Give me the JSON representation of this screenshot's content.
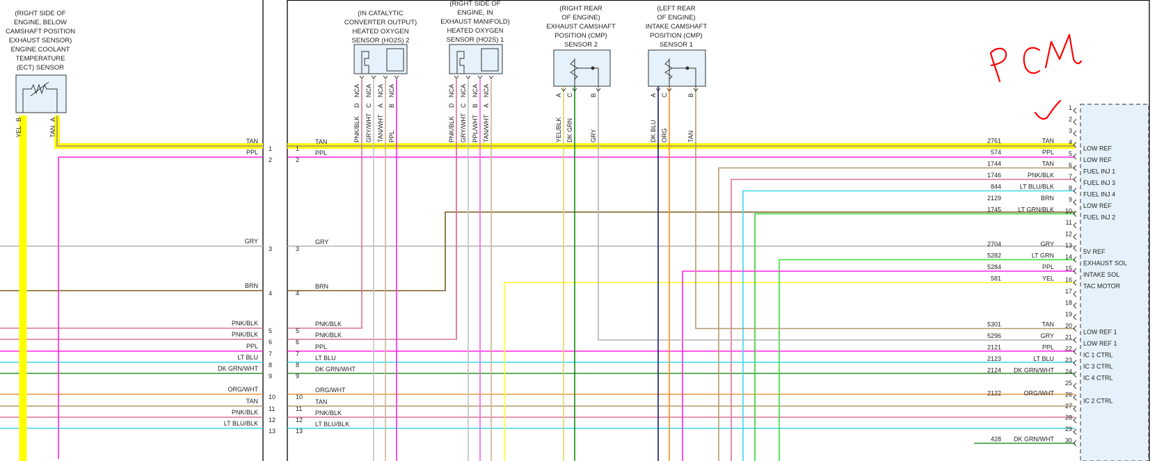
{
  "colors": {
    "TAN": "#b29a6b",
    "PPL": "#ff22e0",
    "GRY": "#b4b4b4",
    "BRN": "#7a5c1e",
    "PNK/BLK": "#d9739a",
    "LT BLU": "#3ad9e6",
    "DK GRN/WHT": "#2d8f2d",
    "ORG/WHT": "#ee9540",
    "LT BLU/BLK": "#3ad9e6",
    "LT GRN": "#37e437",
    "LT GRN/BLK": "#2fd22f",
    "YEL": "#ffff22",
    "DK GRN": "#0d8a0d",
    "DK BLU": "#151575",
    "ORG": "#ff8a15",
    "YEL/BLK": "#d8d860",
    "GRY/WHT": "#c2c2c2",
    "TAN/WHT": "#c9b58e",
    "PPL/WHT": "#ff5ceb",
    "highlight": "#ffff00",
    "component_fill": "#e6f2fb",
    "annotation": "#ff0000"
  },
  "ect_sensor": {
    "title_lines": [
      "(RIGHT SIDE OF",
      "ENGINE, BELOW",
      "CAMSHAFT POSITION",
      "EXHAUST SENSOR)",
      "ENGINE COOLANT",
      "TEMPERATURE",
      "(ECT) SENSOR"
    ],
    "pins": [
      {
        "wire": "YEL",
        "pin": "B"
      },
      {
        "wire": "TAN",
        "pin": "A"
      }
    ]
  },
  "ho2s2": {
    "title_lines": [
      "(IN CATALYTIC",
      "CONVERTER OUTPUT)",
      "HEATED OXYGEN",
      "SENSOR (HO2S) 2"
    ],
    "pins": [
      {
        "wire": "PNK/BLK",
        "pin": "D"
      },
      {
        "wire": "GRY/WHT",
        "pin": "C"
      },
      {
        "wire": "TAN/WHT",
        "pin": "A"
      },
      {
        "wire": "PPL",
        "pin": "B"
      }
    ],
    "nca": [
      "NCA",
      "NCA",
      "NCA",
      "NCA"
    ]
  },
  "ho2s1": {
    "title_lines": [
      "(RIGHT SIDE OF",
      "ENGINE, IN",
      "EXHAUST MANIFOLD)",
      "HEATED OXYGEN",
      "SENSOR (HO2S) 1"
    ],
    "pins": [
      {
        "wire": "PNK/BLK",
        "pin": "D"
      },
      {
        "wire": "GRY/WHT",
        "pin": "C"
      },
      {
        "wire": "PPL/WHT",
        "pin": "B"
      },
      {
        "wire": "TAN/WHT",
        "pin": "A"
      }
    ],
    "nca": [
      "NCA",
      "NCA",
      "NCA",
      "NCA"
    ]
  },
  "cmp2": {
    "title_lines": [
      "(RIGHT REAR",
      "OF ENGINE)",
      "EXHAUST CAMSHAFT",
      "POSITION (CMP)",
      "SENSOR 2"
    ],
    "pins": [
      {
        "wire": "YEL/BLK",
        "pin": "A"
      },
      {
        "wire": "DK GRN",
        "pin": "C"
      },
      {
        "wire": "GRY",
        "pin": "B"
      }
    ]
  },
  "cmp1": {
    "title_lines": [
      "(LEFT REAR",
      "OF ENGINE)",
      "INTAKE CAMSHAFT",
      "POSITION (CMP)",
      "SENSOR 1"
    ],
    "pins": [
      {
        "wire": "DK BLU",
        "pin": "A"
      },
      {
        "wire": "ORG",
        "pin": "C"
      },
      {
        "wire": "TAN",
        "pin": "B"
      }
    ]
  },
  "left_connector": [
    {
      "num": "1",
      "color": "TAN"
    },
    {
      "num": "2",
      "color": "PPL"
    },
    {
      "num": "3",
      "color": "GRY"
    },
    {
      "num": "4",
      "color": "BRN"
    },
    {
      "num": "5",
      "color": "PNK/BLK"
    },
    {
      "num": "6",
      "color": "PNK/BLK"
    },
    {
      "num": "7",
      "color": "PPL"
    },
    {
      "num": "8",
      "color": "LT BLU"
    },
    {
      "num": "9",
      "color": "DK GRN/WHT"
    },
    {
      "num": "10",
      "color": "ORG/WHT"
    },
    {
      "num": "11",
      "color": "TAN"
    },
    {
      "num": "12",
      "color": "PNK/BLK"
    },
    {
      "num": "13",
      "color": "LT BLU/BLK"
    }
  ],
  "pcm": {
    "annotation": "PCM",
    "pins": [
      {
        "pin": "1",
        "circuit": "",
        "color": "",
        "func": ""
      },
      {
        "pin": "2",
        "circuit": "",
        "color": "",
        "func": ""
      },
      {
        "pin": "3",
        "circuit": "",
        "color": "",
        "func": ""
      },
      {
        "pin": "4",
        "circuit": "2761",
        "color": "TAN",
        "func": "LOW REF"
      },
      {
        "pin": "5",
        "circuit": "574",
        "color": "PPL",
        "func": "LOW REF"
      },
      {
        "pin": "6",
        "circuit": "1744",
        "color": "TAN",
        "func": "FUEL INJ 1"
      },
      {
        "pin": "7",
        "circuit": "1746",
        "color": "PNK/BLK",
        "func": "FUEL INJ 3"
      },
      {
        "pin": "8",
        "circuit": "844",
        "color": "LT BLU/BLK",
        "func": "FUEL INJ 4"
      },
      {
        "pin": "9",
        "circuit": "2129",
        "color": "BRN",
        "func": "LOW REF"
      },
      {
        "pin": "10",
        "circuit": "1745",
        "color": "LT GRN/BLK",
        "func": "FUEL INJ 2"
      },
      {
        "pin": "11",
        "circuit": "",
        "color": "",
        "func": ""
      },
      {
        "pin": "12",
        "circuit": "",
        "color": "",
        "func": ""
      },
      {
        "pin": "13",
        "circuit": "2704",
        "color": "GRY",
        "func": "5V REF"
      },
      {
        "pin": "14",
        "circuit": "5282",
        "color": "LT GRN",
        "func": "EXHAUST SOL"
      },
      {
        "pin": "15",
        "circuit": "5284",
        "color": "PPL",
        "func": "INTAKE SOL"
      },
      {
        "pin": "16",
        "circuit": "581",
        "color": "YEL",
        "func": "TAC MOTOR"
      },
      {
        "pin": "17",
        "circuit": "",
        "color": "",
        "func": ""
      },
      {
        "pin": "18",
        "circuit": "",
        "color": "",
        "func": ""
      },
      {
        "pin": "19",
        "circuit": "",
        "color": "",
        "func": ""
      },
      {
        "pin": "20",
        "circuit": "5301",
        "color": "TAN",
        "func": "LOW REF 1"
      },
      {
        "pin": "21",
        "circuit": "5296",
        "color": "GRY",
        "func": "LOW REF 1"
      },
      {
        "pin": "22",
        "circuit": "2121",
        "color": "PPL",
        "func": "IC 1 CTRL"
      },
      {
        "pin": "23",
        "circuit": "2123",
        "color": "LT BLU",
        "func": "IC 3 CTRL"
      },
      {
        "pin": "24",
        "circuit": "2124",
        "color": "DK GRN/WHT",
        "func": "IC 4 CTRL"
      },
      {
        "pin": "25",
        "circuit": "",
        "color": "",
        "func": ""
      },
      {
        "pin": "26",
        "circuit": "2122",
        "color": "ORG/WHT",
        "func": "IC 2 CTRL"
      },
      {
        "pin": "27",
        "circuit": "",
        "color": "",
        "func": ""
      },
      {
        "pin": "28",
        "circuit": "",
        "color": "",
        "func": ""
      },
      {
        "pin": "29",
        "circuit": "",
        "color": "",
        "func": ""
      },
      {
        "pin": "30",
        "circuit": "428",
        "color": "DK GRN/WHT",
        "func": ""
      }
    ]
  }
}
